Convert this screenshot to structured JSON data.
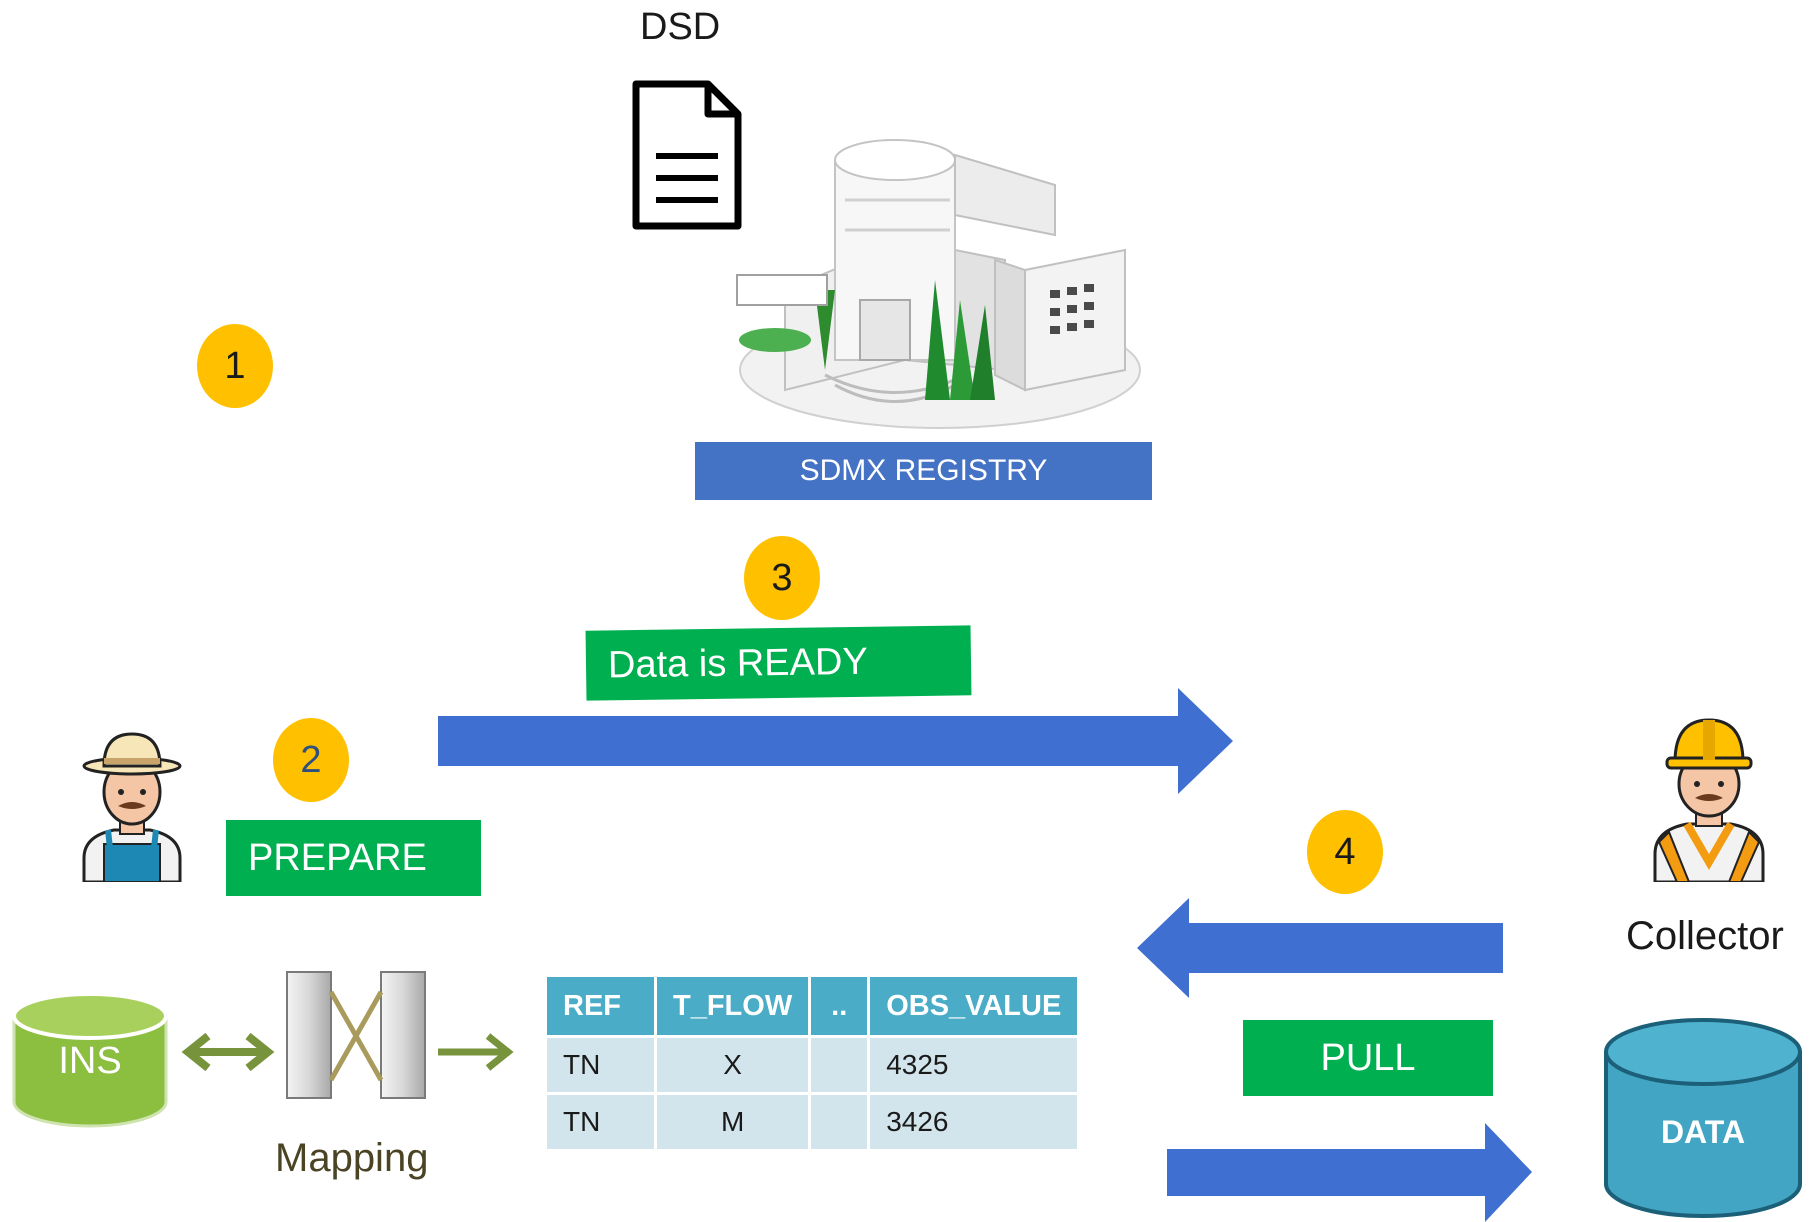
{
  "dsd": {
    "label": "DSD"
  },
  "registry": {
    "label": "SDMX REGISTRY"
  },
  "steps": [
    {
      "number": "1"
    },
    {
      "number": "2"
    },
    {
      "number": "3"
    },
    {
      "number": "4"
    }
  ],
  "messages": {
    "ready": "Data is  READY",
    "prepare": "PREPARE",
    "pull": "PULL"
  },
  "actors": {
    "collector": "Collector"
  },
  "databases": {
    "ins": "INS",
    "data": "DATA"
  },
  "mapping": {
    "label": "Mapping"
  },
  "table": {
    "headers": [
      "REF",
      "T_FLOW",
      "..",
      "OBS_VALUE"
    ],
    "rows": [
      [
        "TN",
        "X",
        "",
        "4325"
      ],
      [
        "TN",
        "M",
        "",
        "3426"
      ]
    ]
  },
  "colors": {
    "badge": "#ffc000",
    "registry_bar": "#4472c4",
    "green_label": "#00b050",
    "arrow_blue": "#3f6fd0",
    "table_header": "#4aacc6",
    "table_cell": "#d3e5ec",
    "db_green": "#8cbe3f",
    "db_teal": "#41a5c3",
    "mapping_arrow": "#77933c"
  }
}
